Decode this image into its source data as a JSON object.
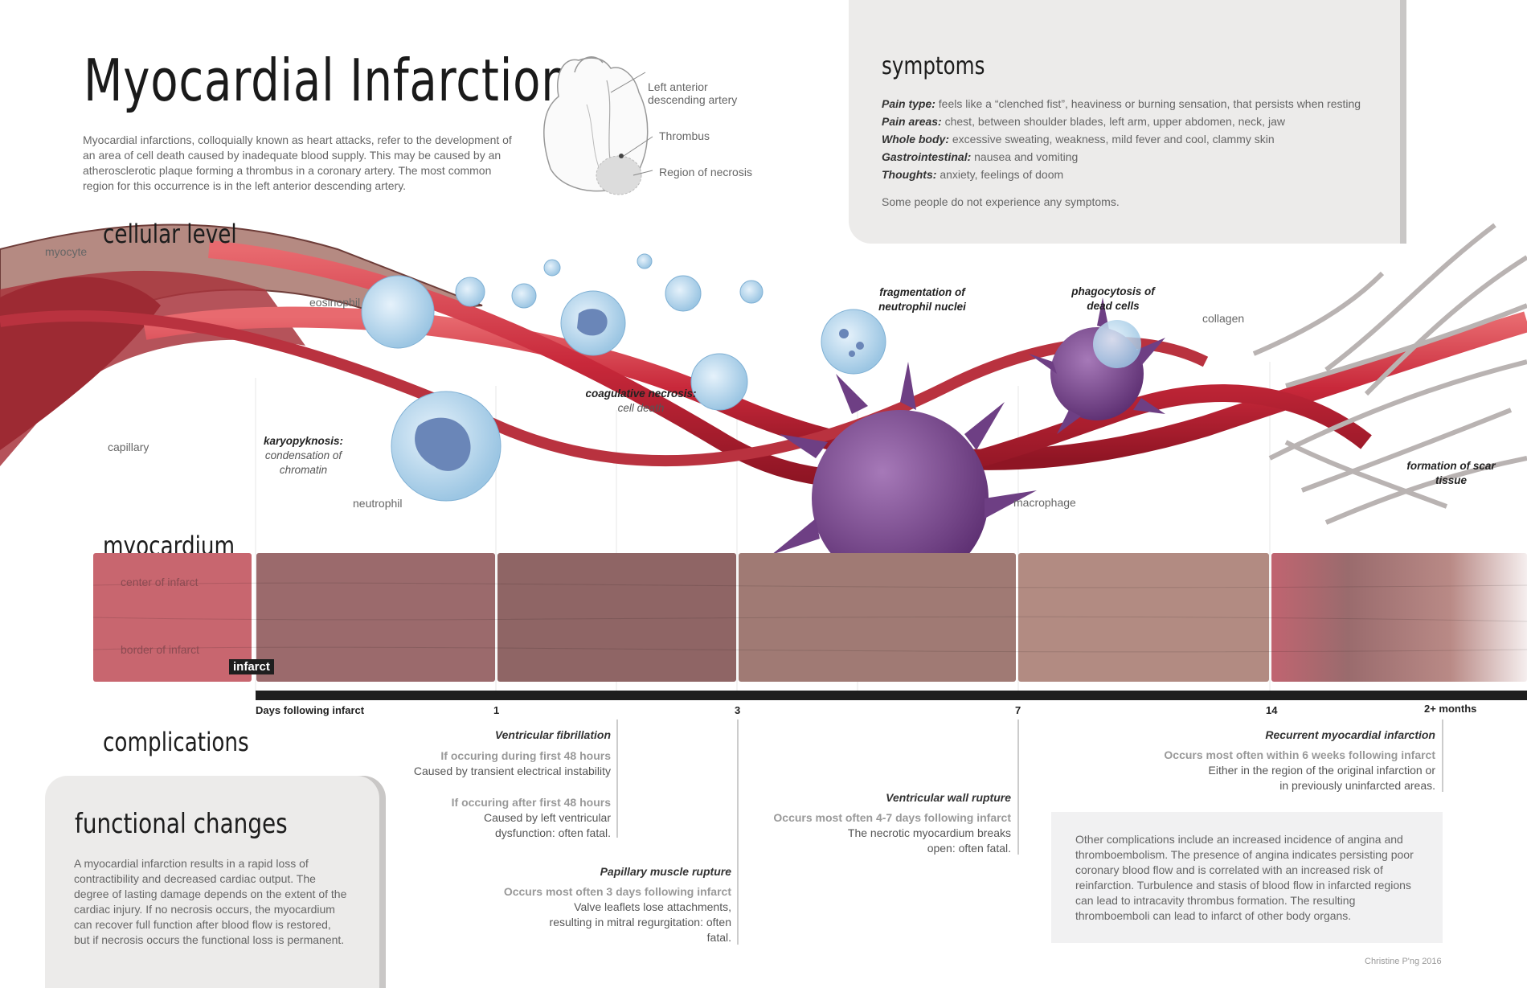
{
  "title": "Myocardial Infarction",
  "intro": "Myocardial infarctions, colloquially known as heart attacks, refer to the development of an area of cell death caused by inadequate blood supply. This may be caused by an atherosclerotic plaque forming a thrombus in a coronary artery. The most common region for this occurrence is in the left anterior descending artery.",
  "heart_labels": {
    "lad": "Left anterior descending artery",
    "thrombus": "Thrombus",
    "necrosis": "Region of necrosis"
  },
  "symptoms": {
    "heading": "symptoms",
    "items": [
      {
        "label": "Pain type:",
        "text": "feels like a “clenched fist”, heaviness or burning sensation, that persists when resting"
      },
      {
        "label": "Pain areas:",
        "text": "chest, between shoulder blades, left arm, upper abdomen, neck, jaw"
      },
      {
        "label": "Whole body:",
        "text": "excessive sweating, weakness, mild fever and cool, clammy skin"
      },
      {
        "label": "Gastrointestinal:",
        "text": "nausea and vomiting"
      },
      {
        "label": "Thoughts:",
        "text": "anxiety, feelings of doom"
      }
    ],
    "note": "Some people do not experience any symptoms."
  },
  "cellular": {
    "heading": "cellular level",
    "myocyte": "myocyte",
    "capillary": "capillary",
    "eosinophil": "eosinophil",
    "neutrophil": "neutrophil",
    "collagen": "collagen",
    "macrophage": "macrophage",
    "karyo_title": "karyopyknosis:",
    "karyo_sub": "condensation of chromatin",
    "coag_title": "coagulative necrosis:",
    "coag_sub": "cell death",
    "frag": "fragmentation of neutrophil nuclei",
    "phago": "phagocytosis of dead cells",
    "scar": "formation of scar tissue"
  },
  "myocardium": {
    "heading": "myocardium",
    "center": "center of infarct",
    "border": "border of infarct"
  },
  "timeline": {
    "infarct": "infarct",
    "start": "Days following infarct",
    "ticks": [
      {
        "label": "1"
      },
      {
        "label": "3"
      },
      {
        "label": "7"
      },
      {
        "label": "14"
      },
      {
        "label": "2+ months"
      }
    ]
  },
  "complications": {
    "heading": "complications",
    "vf_title": "Ventricular fibrillation",
    "vf_a_sub": "If occuring during first 48 hours",
    "vf_a_text": "Caused by transient electrical instability",
    "vf_b_sub": "If occuring after first 48 hours",
    "vf_b_text": "Caused by left ventricular dysfunction: often fatal.",
    "pm_title": "Papillary muscle rupture",
    "pm_sub": "Occurs most often 3 days following infarct",
    "pm_text": "Valve leaflets lose attachments, resulting in mitral regurgitation: often fatal.",
    "vw_title": "Ventricular wall rupture",
    "vw_sub": "Occurs most often 4-7 days following infarct",
    "vw_text": "The necrotic myocardium breaks open: often fatal.",
    "rm_title": "Recurrent myocardial infarction",
    "rm_sub": "Occurs most often within 6 weeks following infarct",
    "rm_text": "Either in the region of the original infarction or in previously uninfarcted areas.",
    "other": "Other complications include an increased incidence of angina and thromboembolism. The presence of angina indicates persisting poor coronary blood flow and is correlated with an increased risk of reinfarction. Turbulence and stasis of blood flow in infarcted regions can lead to intracavity thrombus formation. The resulting thromboemboli can lead to infarct of other body organs."
  },
  "functional": {
    "heading": "functional changes",
    "text": "A myocardial infarction results in a rapid loss of contractibility and decreased cardiac output. The degree of lasting damage depends on the extent of the cardiac injury. If no necrosis occurs, the myocardium can recover full function after blood flow is restored, but if necrosis occurs the functional loss is permanent."
  },
  "credit": "Christine P'ng 2016",
  "colors": {
    "blood": "#c8283a",
    "muscle": "#8c4a44",
    "macrophage": "#7b4a8e",
    "leukocyte": "#a9cde6",
    "panel": "#ecebea"
  }
}
